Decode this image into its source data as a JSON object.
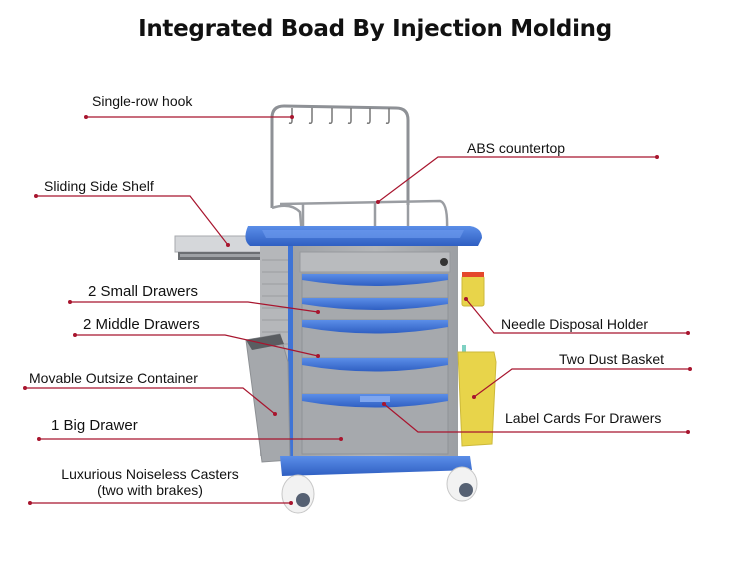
{
  "title": "Integrated Boad By Injection Molding",
  "accent_color": "#a8152e",
  "cart_colors": {
    "body": "#a9abae",
    "trim": "#3f74d6",
    "rail": "#9a9da2",
    "bin": "#e8d44a",
    "wheel": "#f0f0f0"
  },
  "callouts": [
    {
      "id": "single-row-hook",
      "label": "Single-row hook"
    },
    {
      "id": "abs-countertop",
      "label": "ABS countertop"
    },
    {
      "id": "sliding-side-shelf",
      "label": "Sliding Side Shelf"
    },
    {
      "id": "small-drawers",
      "label": "2 Small Drawers"
    },
    {
      "id": "middle-drawers",
      "label": "2 Middle Drawers"
    },
    {
      "id": "needle-disposal-holder",
      "label": "Needle Disposal Holder"
    },
    {
      "id": "dust-basket",
      "label": "Two Dust Basket"
    },
    {
      "id": "outsize-container",
      "label": "Movable Outsize Container"
    },
    {
      "id": "big-drawer",
      "label": "1 Big Drawer"
    },
    {
      "id": "label-cards",
      "label": "Label Cards For Drawers"
    },
    {
      "id": "casters",
      "label": "Luxurious Noiseless Casters",
      "sublabel": "(two with brakes)"
    }
  ]
}
